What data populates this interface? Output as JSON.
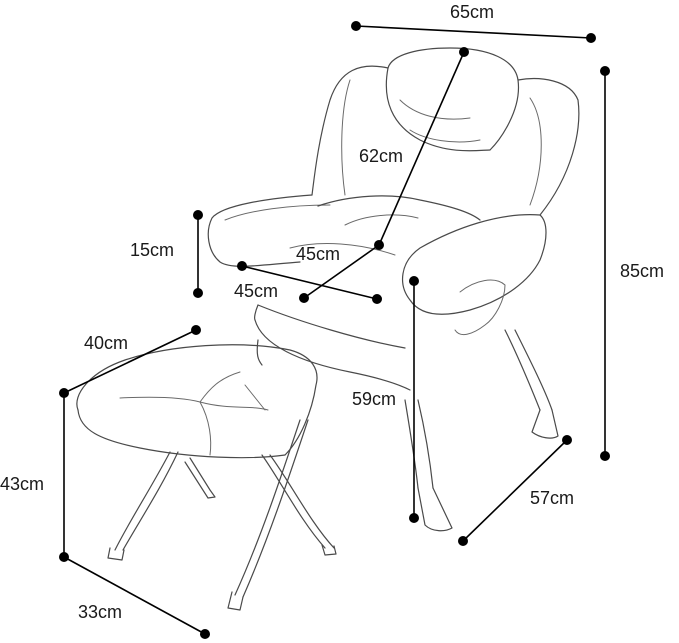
{
  "dimensions": {
    "chair_width": "65cm",
    "chair_height": "85cm",
    "backrest_height": "62cm",
    "armrest_height": "15cm",
    "seat_depth": "45cm",
    "seat_width": "45cm",
    "seat_height": "59cm",
    "chair_depth": "57cm",
    "ottoman_width": "40cm",
    "ottoman_height": "43cm",
    "ottoman_depth": "33cm"
  }
}
